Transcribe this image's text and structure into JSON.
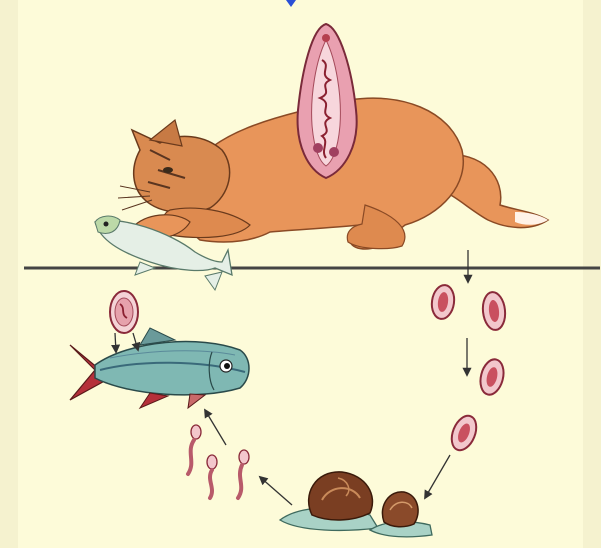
{
  "diagram": {
    "colors": {
      "background": "#fdfbd9",
      "side_band": "#f5f2cf",
      "cat_fur": "#e8955a",
      "fluke": "#d9788c",
      "egg": "#b5404f",
      "snail_shell": "#7a3e22",
      "fish_body": "#7fb8b3",
      "arrow": "#333333",
      "ground_line": "#444444",
      "top_mark": "#2a4fd6"
    },
    "stages": [
      {
        "id": "definitive-host",
        "icon": "cat-icon"
      },
      {
        "id": "adult-fluke",
        "icon": "liver-fluke-icon"
      },
      {
        "id": "eggs",
        "icon": "egg-icon"
      },
      {
        "id": "snail-host",
        "icon": "snail-icon"
      },
      {
        "id": "cercariae",
        "icon": "cercaria-icon"
      },
      {
        "id": "fish-host",
        "icon": "fish-icon"
      },
      {
        "id": "metacercaria",
        "icon": "cyst-icon"
      }
    ]
  }
}
